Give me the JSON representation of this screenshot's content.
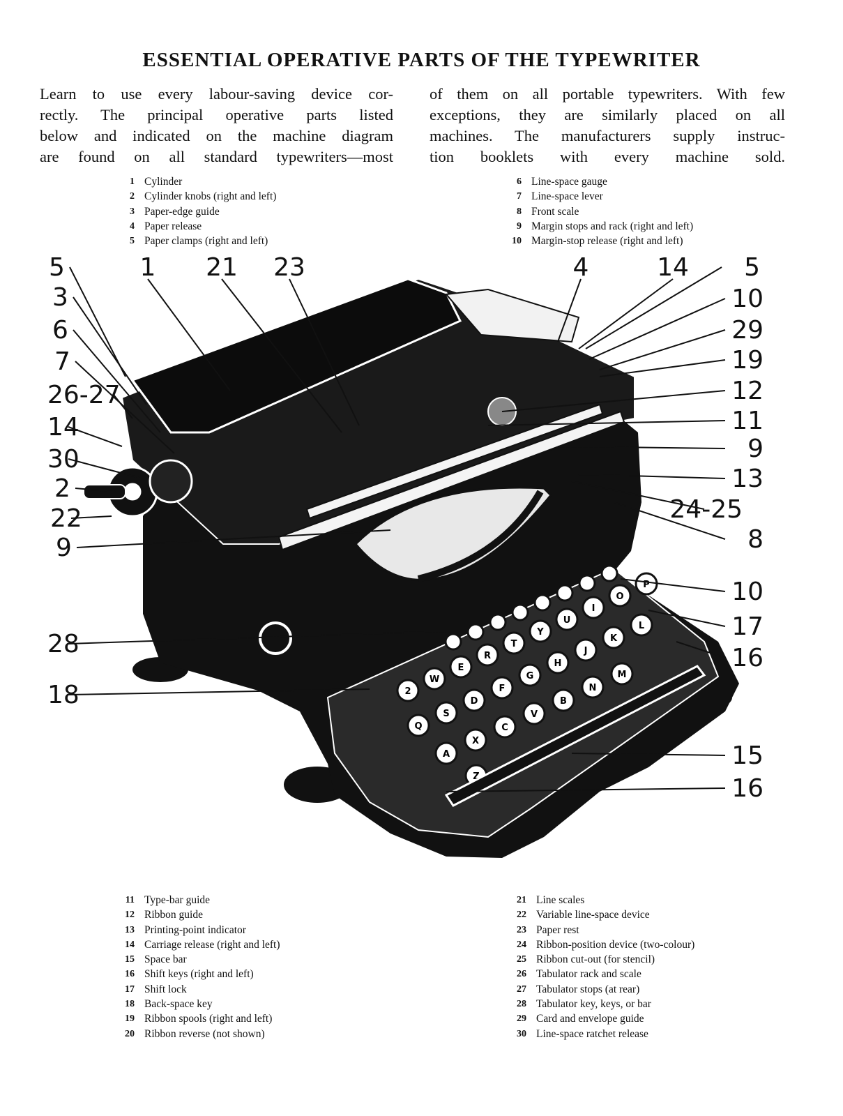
{
  "title": "ESSENTIAL OPERATIVE PARTS OF THE TYPEWRITER",
  "intro": {
    "left_lines": [
      "Learn to use every labour-saving device cor-",
      "rectly. The principal operative parts listed",
      "below and indicated on the machine diagram",
      "are found on all standard typewriters—most"
    ],
    "right_lines": [
      "of them on all portable typewriters. With few",
      "exceptions, they are similarly placed on all",
      "machines. The manufacturers supply instruc-",
      "tion booklets with every machine sold."
    ]
  },
  "parts_top_left": [
    {
      "num": "1",
      "label": "Cylinder"
    },
    {
      "num": "2",
      "label": "Cylinder knobs (right and left)"
    },
    {
      "num": "3",
      "label": "Paper-edge guide"
    },
    {
      "num": "4",
      "label": "Paper release"
    },
    {
      "num": "5",
      "label": "Paper clamps (right and left)"
    }
  ],
  "parts_top_right": [
    {
      "num": "6",
      "label": "Line-space gauge"
    },
    {
      "num": "7",
      "label": "Line-space lever"
    },
    {
      "num": "8",
      "label": "Front scale"
    },
    {
      "num": "9",
      "label": "Margin stops and rack (right and left)"
    },
    {
      "num": "10",
      "label": "Margin-stop release (right and left)"
    }
  ],
  "parts_bottom_left": [
    {
      "num": "11",
      "label": "Type-bar guide"
    },
    {
      "num": "12",
      "label": "Ribbon guide"
    },
    {
      "num": "13",
      "label": "Printing-point indicator"
    },
    {
      "num": "14",
      "label": "Carriage release (right and left)"
    },
    {
      "num": "15",
      "label": "Space bar"
    },
    {
      "num": "16",
      "label": "Shift keys (right and left)"
    },
    {
      "num": "17",
      "label": "Shift lock"
    },
    {
      "num": "18",
      "label": "Back-space key"
    },
    {
      "num": "19",
      "label": "Ribbon spools (right and left)"
    },
    {
      "num": "20",
      "label": "Ribbon reverse (not shown)"
    }
  ],
  "parts_bottom_right": [
    {
      "num": "21",
      "label": "Line scales"
    },
    {
      "num": "22",
      "label": "Variable line-space device"
    },
    {
      "num": "23",
      "label": "Paper rest"
    },
    {
      "num": "24",
      "label": "Ribbon-position device (two-colour)"
    },
    {
      "num": "25",
      "label": "Ribbon cut-out (for stencil)"
    },
    {
      "num": "26",
      "label": "Tabulator rack and scale"
    },
    {
      "num": "27",
      "label": "Tabulator stops (at rear)"
    },
    {
      "num": "28",
      "label": "Tabulator key, keys, or bar"
    },
    {
      "num": "29",
      "label": "Card and envelope guide"
    },
    {
      "num": "30",
      "label": "Line-space ratchet release"
    }
  ],
  "callouts_left": [
    "5",
    "3",
    "6",
    "7",
    "26-27",
    "14",
    "30",
    "2",
    "22",
    "9",
    "28",
    "18"
  ],
  "callouts_top": [
    "1",
    "21",
    "23",
    "4",
    "14"
  ],
  "callouts_right": [
    "5",
    "10",
    "29",
    "19",
    "12",
    "11",
    "9",
    "13",
    "24-25",
    "8",
    "10",
    "17",
    "16",
    "15",
    "16"
  ],
  "key_row_1": [
    "2",
    "W",
    "E",
    "R",
    "T",
    "Y",
    "U",
    "I",
    "O",
    "P"
  ],
  "key_row_2": [
    "Q",
    "S",
    "D",
    "F",
    "G",
    "H",
    "J",
    "K",
    "L"
  ],
  "key_row_3": [
    "A",
    "X",
    "C",
    "V",
    "B",
    "N",
    "M"
  ],
  "key_row_4": [
    "Z"
  ]
}
